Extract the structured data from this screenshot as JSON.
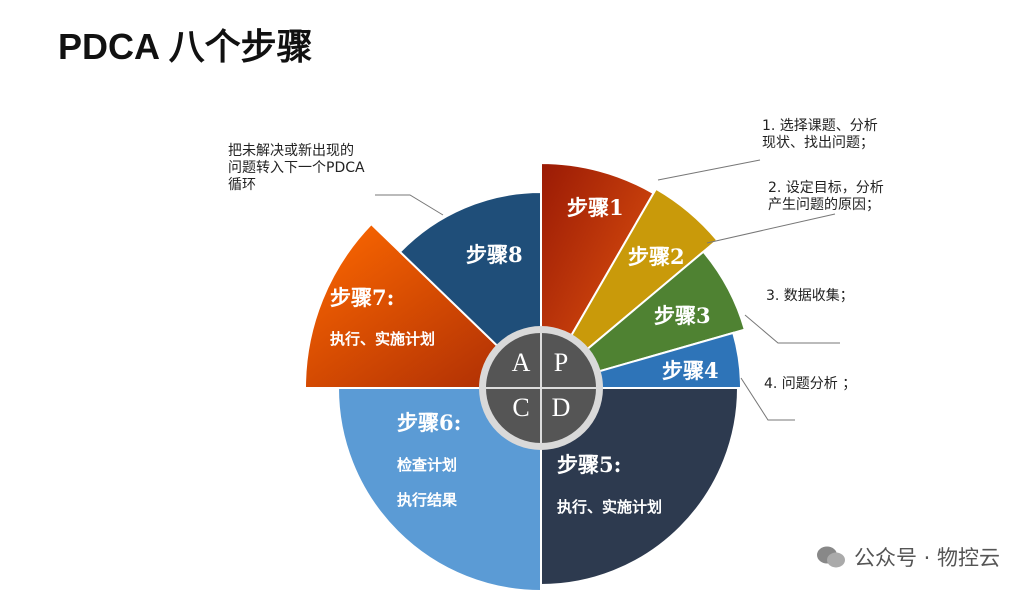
{
  "title": "PDCA 八个步骤",
  "steps": [
    {
      "label": "步骤1",
      "sub": "",
      "color": "#c83a0c",
      "note": "1. 选择课题、分析\n现状、找出问题；"
    },
    {
      "label": "步骤2",
      "sub": "",
      "color": "#c99a0a",
      "note": "2.  设定目标，分析\n产生问题的原因；"
    },
    {
      "label": "步骤3",
      "sub": "",
      "color": "#4f8232",
      "note": "3.  数据收集；"
    },
    {
      "label": "步骤4",
      "sub": "",
      "color": "#2e74b8",
      "note": "4. 问题分析  ；"
    },
    {
      "label": "步骤5:",
      "sub": "执行、实施计划",
      "color": "#2d3a4f"
    },
    {
      "label": "步骤6:",
      "sub": "检查计划",
      "sub2": "执行结果",
      "color": "#5b9bd5"
    },
    {
      "label": "步骤7:",
      "sub": "执行、实施计划",
      "color": "#e55a0c"
    },
    {
      "label": "步骤8",
      "sub": "",
      "color": "#1f4e79",
      "note": "把未解决或新出现的\n问题转入下一个PDCA\n循环"
    }
  ],
  "center": {
    "a": "A",
    "p": "P",
    "c": "C",
    "d": "D"
  },
  "watermark": "公众号 · 物控云"
}
